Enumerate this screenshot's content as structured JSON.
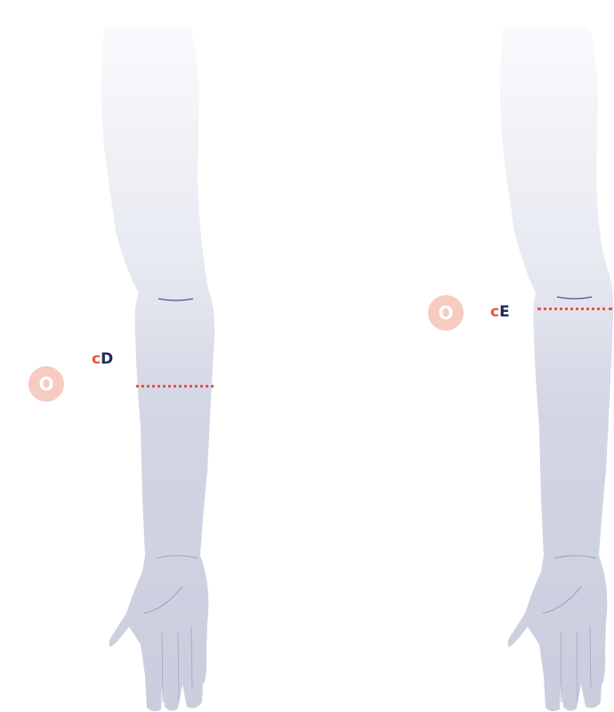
{
  "colors": {
    "accent": "#e8553a",
    "circle_bg": "#f6cbc0",
    "circle_text": "#ffffff",
    "label_dark": "#1f2a5c",
    "arm_top": "#f7f8fb",
    "arm_bottom": "#cbcfdf",
    "arm_crease": "#4a5590"
  },
  "left_diagram": {
    "marker": {
      "symbol": "O",
      "prefix": "c",
      "letter": "D"
    }
  },
  "right_diagram": {
    "marker": {
      "symbol": "O",
      "prefix": "c",
      "letter": "E"
    }
  }
}
